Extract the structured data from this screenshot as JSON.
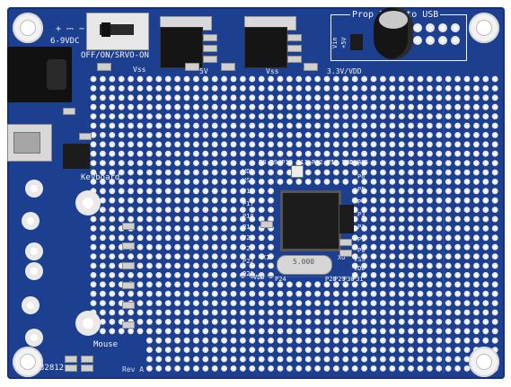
{
  "board": {
    "colors": {
      "pcb": "#1d3f8f",
      "silk": "#f3f3f3",
      "pad": "#e9e9e9"
    },
    "labels": {
      "power_in": "6-9VDC",
      "switch": "OFF/ON/SRVO-ON",
      "vss_top": "Vss",
      "vss_mid": "Vss",
      "v5": "5V",
      "v33": "3.3V/VDD",
      "prop_usb": "Prop Plug to USB",
      "vin": "Vin",
      "plus5v": "+5V",
      "keyboard": "Keyboard",
      "mouse": "Mouse",
      "serial": "32812",
      "rev": "Rev A",
      "chip_top": "P8 P9 P10 P11 P12 P13 P14 P15",
      "xtal": "5.000",
      "pin_vdd": "VDD",
      "pin_vss": "VSS",
      "pin_p16": "P16",
      "pin_p17": "P17",
      "pin_p18": "P18",
      "pin_p19": "P19",
      "pin_p20": "P20",
      "pin_p21": "P21",
      "pin_p22": "P22",
      "pin_p23": "P23",
      "pin_p7": "P7",
      "pin_p6": "P6",
      "pin_p5": "P5",
      "pin_p4": "P4",
      "pin_p3": "P3",
      "pin_p2": "P2",
      "pin_p1": "P1",
      "pin_p0": "P0",
      "pin_vss_r": "VSS",
      "pin_vdd_r": "VDD",
      "pin_xi": "XI",
      "pin_xo": "XO",
      "pin_vdd_b": "VDD",
      "pin_p24": "P24",
      "pin_p28": "P28",
      "pin_p29": "P29",
      "pin_p30": "P30",
      "pin_p31": "P31",
      "vss_vdd": "VSS VDD"
    }
  }
}
